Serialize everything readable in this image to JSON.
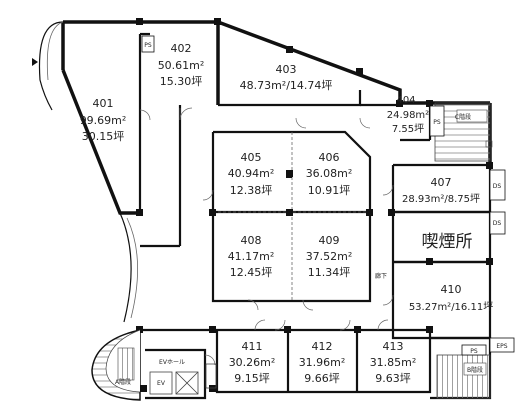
{
  "rooms": {
    "r401": {
      "num": "401",
      "area": "99.69m²",
      "tsubo": "30.15坪"
    },
    "r402": {
      "num": "402",
      "area": "50.61m²",
      "tsubo": "15.30坪"
    },
    "r403": {
      "num": "403",
      "area": "48.73m²/14.74坪"
    },
    "r404": {
      "num": "404",
      "area": "24.98m²",
      "tsubo": "7.55坪"
    },
    "r405": {
      "num": "405",
      "area": "40.94m²",
      "tsubo": "12.38坪"
    },
    "r406": {
      "num": "406",
      "area": "36.08m²",
      "tsubo": "10.91坪"
    },
    "r407": {
      "num": "407",
      "area": "28.93m²/8.75坪"
    },
    "r408": {
      "num": "408",
      "area": "41.17m²",
      "tsubo": "12.45坪"
    },
    "r409": {
      "num": "409",
      "area": "37.52m²",
      "tsubo": "11.34坪"
    },
    "r410": {
      "num": "410",
      "area": "53.27m²/16.11坪"
    },
    "r411": {
      "num": "411",
      "area": "30.26m²",
      "tsubo": "9.15坪"
    },
    "r412": {
      "num": "412",
      "area": "31.96m²",
      "tsubo": "9.66坪"
    },
    "r413": {
      "num": "413",
      "area": "31.85m²",
      "tsubo": "9.63坪"
    }
  },
  "labels": {
    "smoking": "喫煙所",
    "c_stairs": "C階段",
    "b_stairs": "B階段",
    "a_stairs": "A階段",
    "ev_hall": "EVホール",
    "ev": "EV",
    "ps": "PS",
    "ds": "DS",
    "eps": "EPS",
    "corridor": "廊下"
  }
}
